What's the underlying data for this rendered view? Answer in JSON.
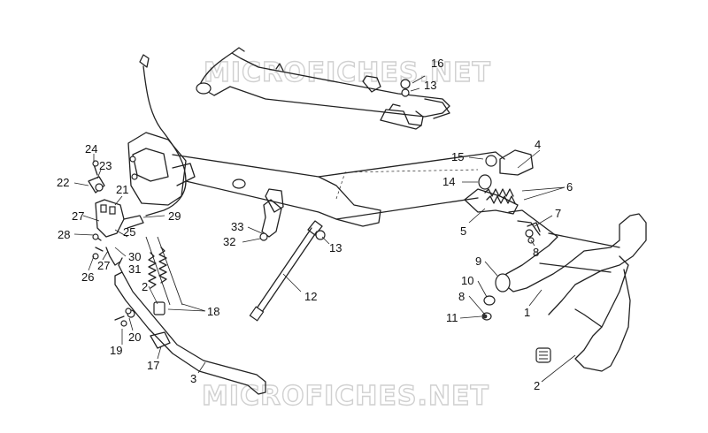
{
  "watermark": "MICROFICHES.NET",
  "callouts": [
    {
      "label": "16"
    },
    {
      "label": "13"
    },
    {
      "label": "15"
    },
    {
      "label": "4"
    },
    {
      "label": "14"
    },
    {
      "label": "6"
    },
    {
      "label": "5"
    },
    {
      "label": "7"
    },
    {
      "label": "8"
    },
    {
      "label": "9"
    },
    {
      "label": "10"
    },
    {
      "label": "8"
    },
    {
      "label": "11"
    },
    {
      "label": "1"
    },
    {
      "label": "2"
    },
    {
      "label": "12"
    },
    {
      "label": "13"
    },
    {
      "label": "33"
    },
    {
      "label": "32"
    },
    {
      "label": "24"
    },
    {
      "label": "23"
    },
    {
      "label": "22"
    },
    {
      "label": "21"
    },
    {
      "label": "27"
    },
    {
      "label": "25"
    },
    {
      "label": "29"
    },
    {
      "label": "28"
    },
    {
      "label": "30"
    },
    {
      "label": "26"
    },
    {
      "label": "27"
    },
    {
      "label": "31"
    },
    {
      "label": "2"
    },
    {
      "label": "18"
    },
    {
      "label": "20"
    },
    {
      "label": "19"
    },
    {
      "label": "17"
    },
    {
      "label": "3"
    }
  ]
}
